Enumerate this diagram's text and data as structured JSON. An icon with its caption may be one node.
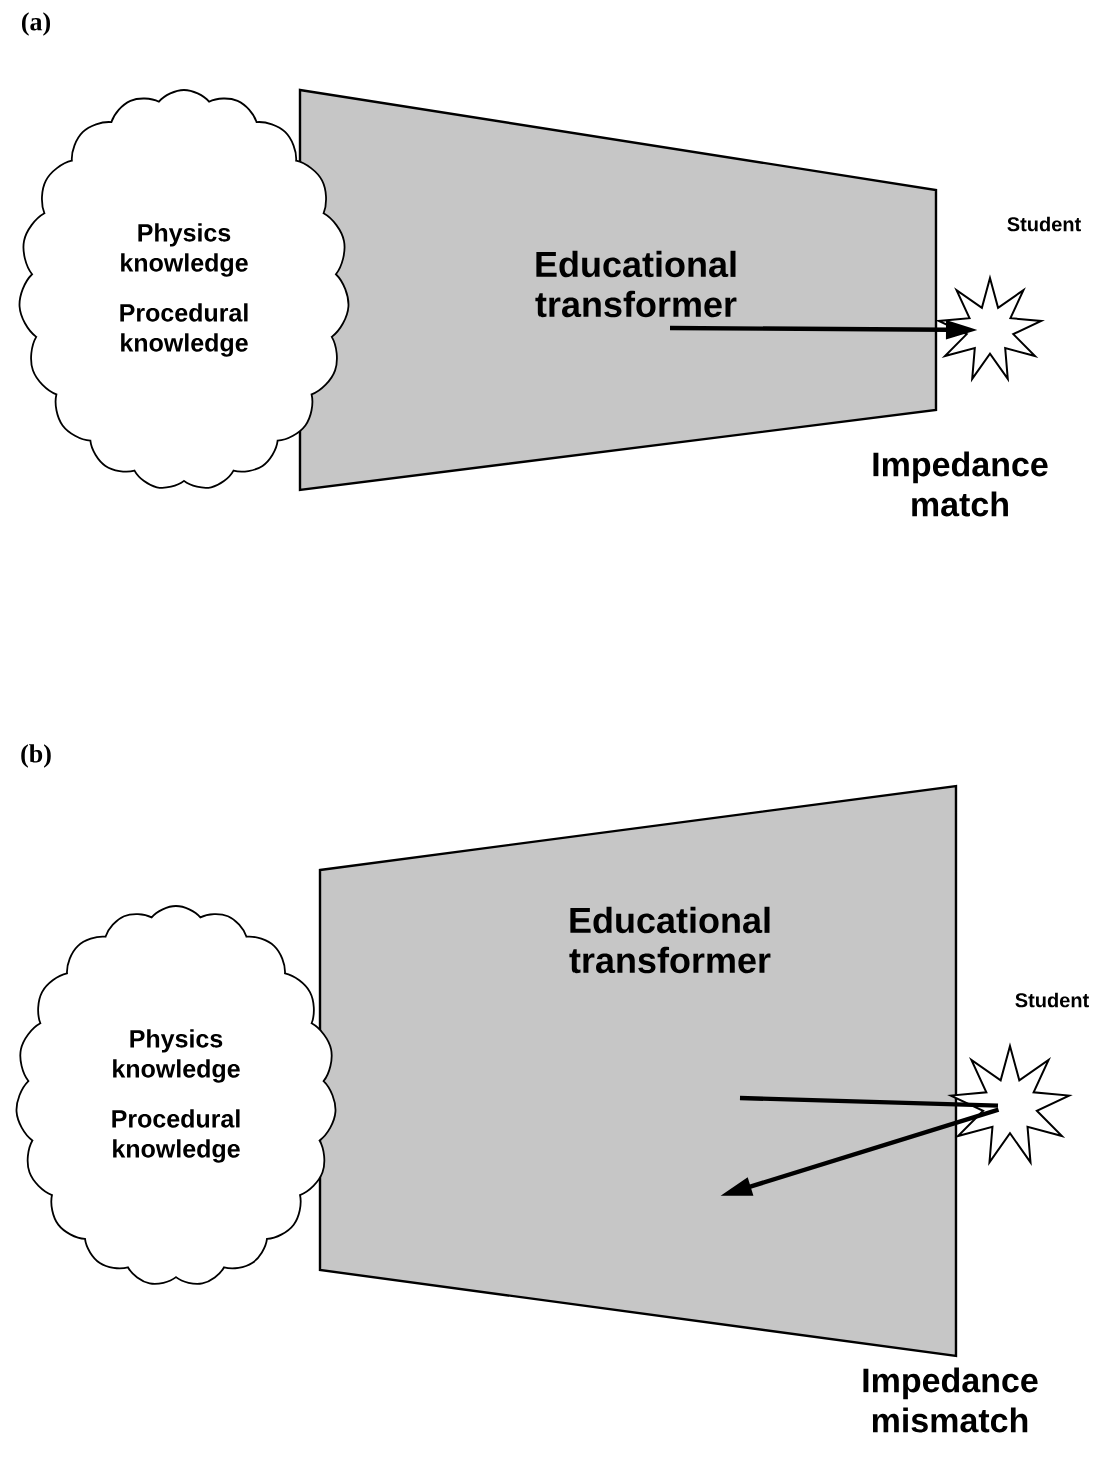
{
  "diagram": {
    "nodes": [
      {
        "text": [
          "Physics knowledge",
          "Procedural knowledge"
        ]
      },
      {
        "text": [
          "Educational transformer"
        ]
      },
      {
        "text": [],
        "shape": "star",
        "beside": [
          "Student"
        ]
      },
      {
        "text": [
          "Physics knowledge",
          "Procedural knowledge"
        ]
      },
      {
        "text": [
          "Educational transformer"
        ]
      },
      {
        "text": [],
        "shape": "star",
        "beside": [
          "Student"
        ]
      }
    ],
    "edges": [
      {
        "from": 1,
        "to": 2,
        "arrow": "to"
      },
      {
        "from": 4,
        "to": 5,
        "arrow": "none"
      },
      {
        "from": 5,
        "to": 4,
        "arrow": "to"
      }
    ],
    "labels": [
      "(a)",
      "Impedance match",
      "(b)",
      "Impedance mismatch"
    ]
  }
}
